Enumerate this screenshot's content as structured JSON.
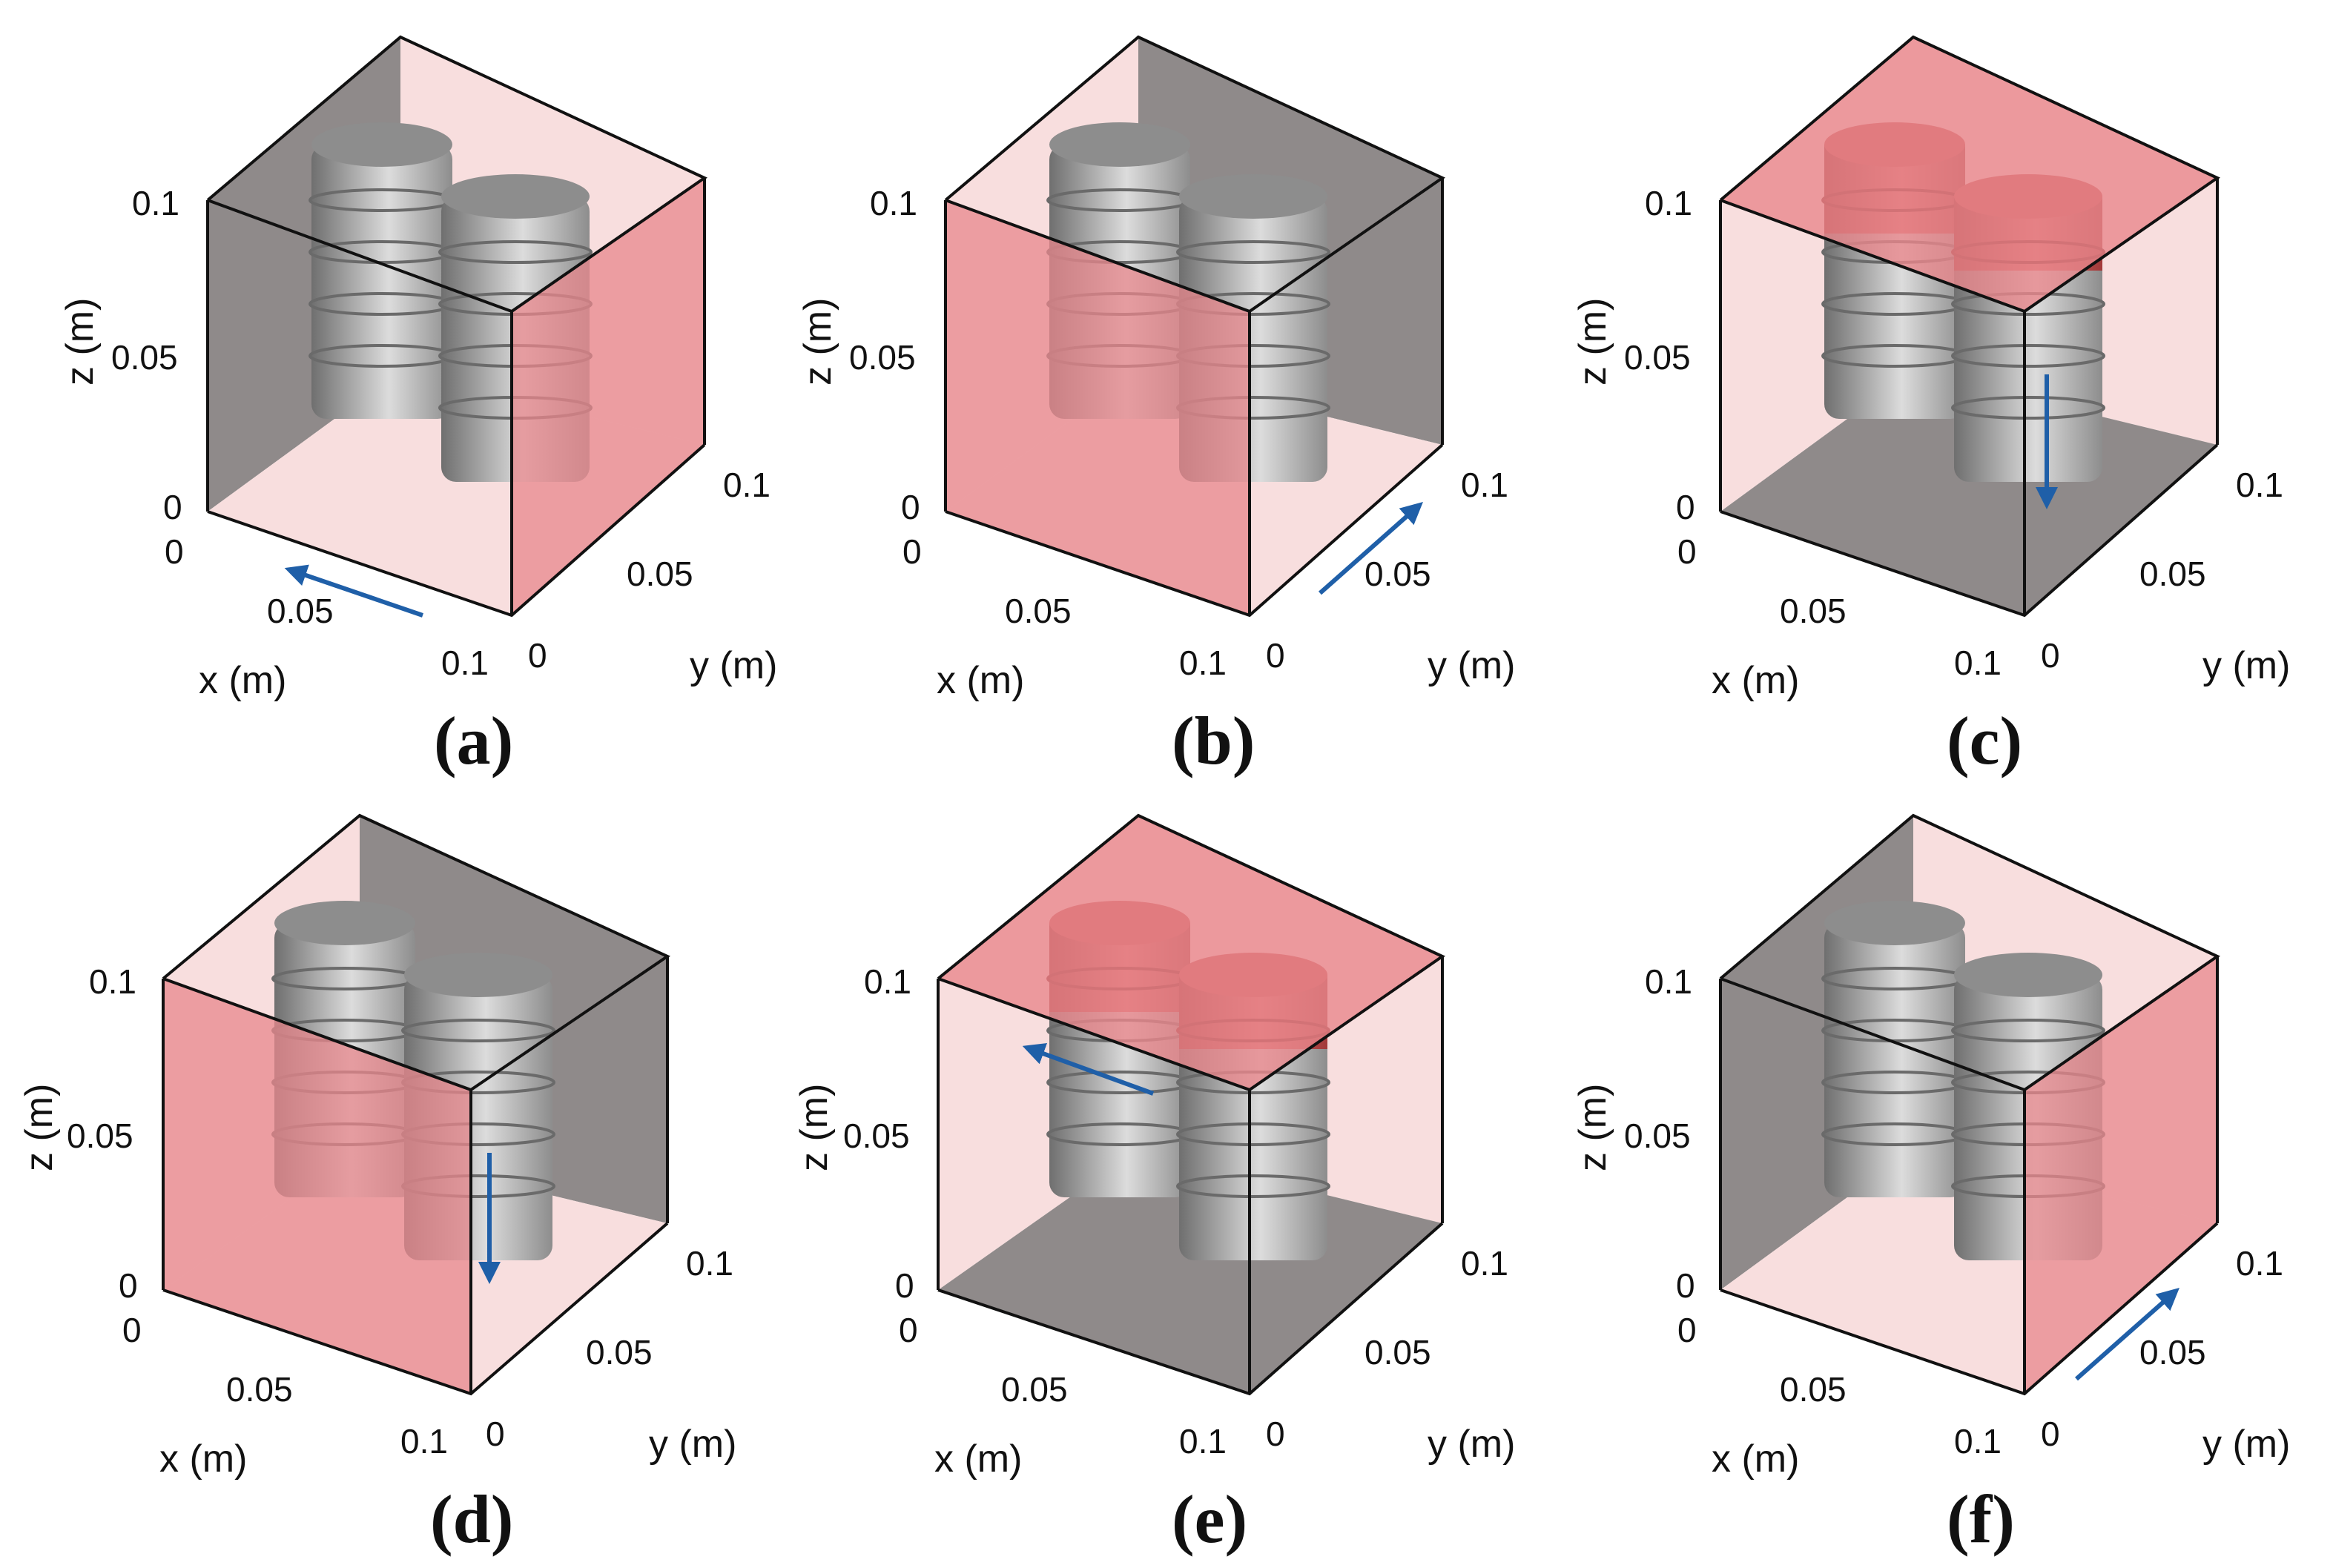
{
  "figure": {
    "colors": {
      "heated": "#e8878c",
      "heated_light": "#f8dede",
      "face_grey": "#8f8a8a",
      "coil_grey_dark": "#6f6f6f",
      "coil_grey_light": "#dcdcdc",
      "coil_red_dark": "#8e2a2a",
      "coil_red_light": "#d96a6a",
      "arrow": "#1f5fa8",
      "edge": "#111111"
    },
    "axes": {
      "x_label": "x (m)",
      "y_label": "y (m)",
      "z_label": "z (m)",
      "x_ticks": [
        "0",
        "0.05",
        "0.1"
      ],
      "y_ticks": [
        "0",
        "0.05",
        "0.1"
      ],
      "z_ticks": [
        "0",
        "0.05",
        "0.1"
      ]
    },
    "panels": [
      {
        "label": "(a)",
        "heated_face": "x = 0.1 (front-right)",
        "arrow": "along -x on bottom axis"
      },
      {
        "label": "(b)",
        "heated_face": "y = 0 (front-left)",
        "arrow": "along +y"
      },
      {
        "label": "(c)",
        "heated_face": "z = 0.1 (top)",
        "arrow": "down along -z"
      },
      {
        "label": "(d)",
        "heated_face": "y = 0 (front-left)",
        "arrow": "down along -z"
      },
      {
        "label": "(e)",
        "heated_face": "z = 0.1 (top)",
        "arrow": "along -x"
      },
      {
        "label": "(f)",
        "heated_face": "x = 0.1 (front-right)",
        "arrow": "along +y"
      }
    ]
  }
}
